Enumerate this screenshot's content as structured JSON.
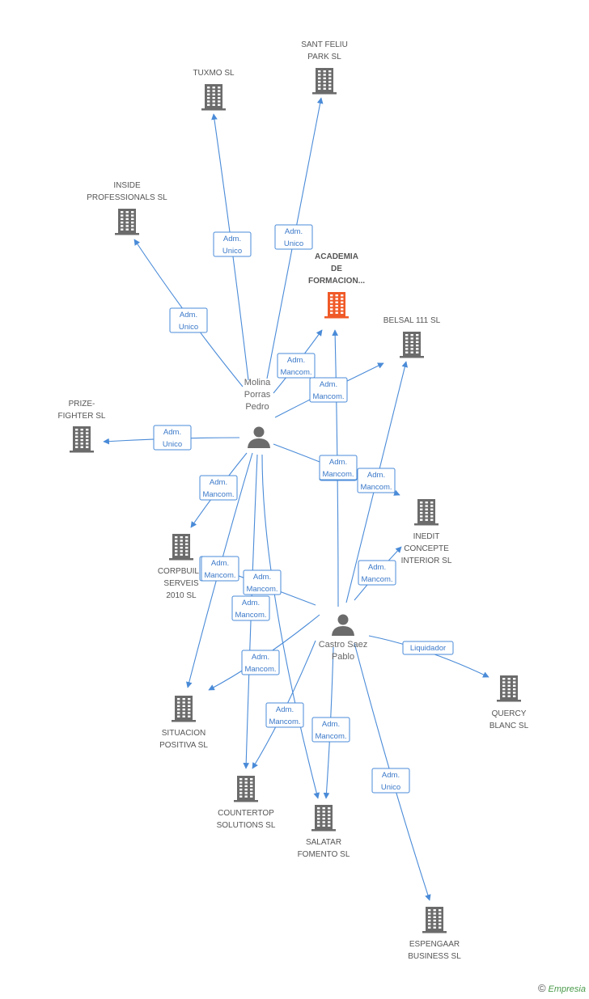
{
  "colors": {
    "edge": "#4a8bd8",
    "company": "#6b6b6b",
    "focus_company": "#f05a28",
    "person": "#6b6b6b"
  },
  "persons": [
    {
      "id": "molina",
      "lines": [
        "Molina",
        "Porras",
        "Pedro"
      ]
    },
    {
      "id": "castro",
      "lines": [
        "Castro Saez",
        "Pablo"
      ]
    }
  ],
  "companies": [
    {
      "id": "tuxmo",
      "lines": [
        "TUXMO SL"
      ],
      "focus": false
    },
    {
      "id": "santfeliu",
      "lines": [
        "SANT FELIU",
        "PARK SL"
      ],
      "focus": false
    },
    {
      "id": "inside",
      "lines": [
        "INSIDE",
        "PROFESSIONALS SL"
      ],
      "focus": false
    },
    {
      "id": "academia",
      "lines": [
        "ACADEMIA",
        "DE",
        "FORMACION..."
      ],
      "focus": true
    },
    {
      "id": "belsal",
      "lines": [
        "BELSAL 111 SL"
      ],
      "focus": false
    },
    {
      "id": "prize",
      "lines": [
        "PRIZE-",
        "FIGHTER SL"
      ],
      "focus": false
    },
    {
      "id": "inedit",
      "lines": [
        "INEDIT",
        "CONCEPTE",
        "INTERIOR SL"
      ],
      "focus": false
    },
    {
      "id": "corpbuild",
      "lines": [
        "CORPBUILD",
        "SERVEIS",
        "2010 SL"
      ],
      "focus": false
    },
    {
      "id": "situacion",
      "lines": [
        "SITUACION",
        "POSITIVA SL"
      ],
      "focus": false
    },
    {
      "id": "quercy",
      "lines": [
        "QUERCY",
        "BLANC SL"
      ],
      "focus": false
    },
    {
      "id": "countertop",
      "lines": [
        "COUNTERTOP",
        "SOLUTIONS SL"
      ],
      "focus": false
    },
    {
      "id": "salatar",
      "lines": [
        "SALATAR",
        "FOMENTO SL"
      ],
      "focus": false
    },
    {
      "id": "espengaar",
      "lines": [
        "ESPENGAAR",
        "BUSINESS SL"
      ],
      "focus": false
    }
  ],
  "relations": [
    {
      "from": "molina",
      "to": "tuxmo",
      "label": [
        "Adm.",
        "Unico"
      ]
    },
    {
      "from": "molina",
      "to": "santfeliu",
      "label": [
        "Adm.",
        "Unico"
      ]
    },
    {
      "from": "molina",
      "to": "inside",
      "label": [
        "Adm.",
        "Unico"
      ]
    },
    {
      "from": "molina",
      "to": "academia",
      "label": [
        "Adm.",
        "Mancom."
      ]
    },
    {
      "from": "molina",
      "to": "belsal",
      "label": [
        "Adm.",
        "Mancom."
      ]
    },
    {
      "from": "molina",
      "to": "prize",
      "label": [
        "Adm.",
        "Unico"
      ]
    },
    {
      "from": "molina",
      "to": "inedit",
      "label": [
        "Adm.",
        "Mancom."
      ]
    },
    {
      "from": "molina",
      "to": "corpbuild",
      "label": [
        "Adm.",
        "Mancom."
      ]
    },
    {
      "from": "molina",
      "to": "situacion",
      "label": [
        "Adm.",
        "Mancom."
      ]
    },
    {
      "from": "molina",
      "to": "countertop",
      "label": [
        "Adm.",
        "Mancom."
      ]
    },
    {
      "from": "molina",
      "to": "salatar",
      "label": [
        "Adm.",
        "Mancom."
      ]
    },
    {
      "from": "castro",
      "to": "academia",
      "label": [
        "Adm.",
        "Mancom."
      ]
    },
    {
      "from": "castro",
      "to": "belsal",
      "label": [
        "Adm.",
        "Mancom."
      ]
    },
    {
      "from": "castro",
      "to": "inedit",
      "label": [
        "Adm.",
        "Mancom."
      ]
    },
    {
      "from": "castro",
      "to": "corpbuild",
      "label": [
        "Adm.",
        "Mancom."
      ]
    },
    {
      "from": "castro",
      "to": "situacion",
      "label": [
        "Adm.",
        "Mancom."
      ]
    },
    {
      "from": "castro",
      "to": "countertop",
      "label": [
        "Adm.",
        "Mancom."
      ]
    },
    {
      "from": "castro",
      "to": "salatar",
      "label": [
        "Adm.",
        "Mancom."
      ]
    },
    {
      "from": "castro",
      "to": "quercy",
      "label": [
        "Liquidador"
      ]
    },
    {
      "from": "castro",
      "to": "espengaar",
      "label": [
        "Adm.",
        "Unico"
      ]
    }
  ],
  "watermark": {
    "copyright": "©",
    "brand": "Empresia"
  }
}
